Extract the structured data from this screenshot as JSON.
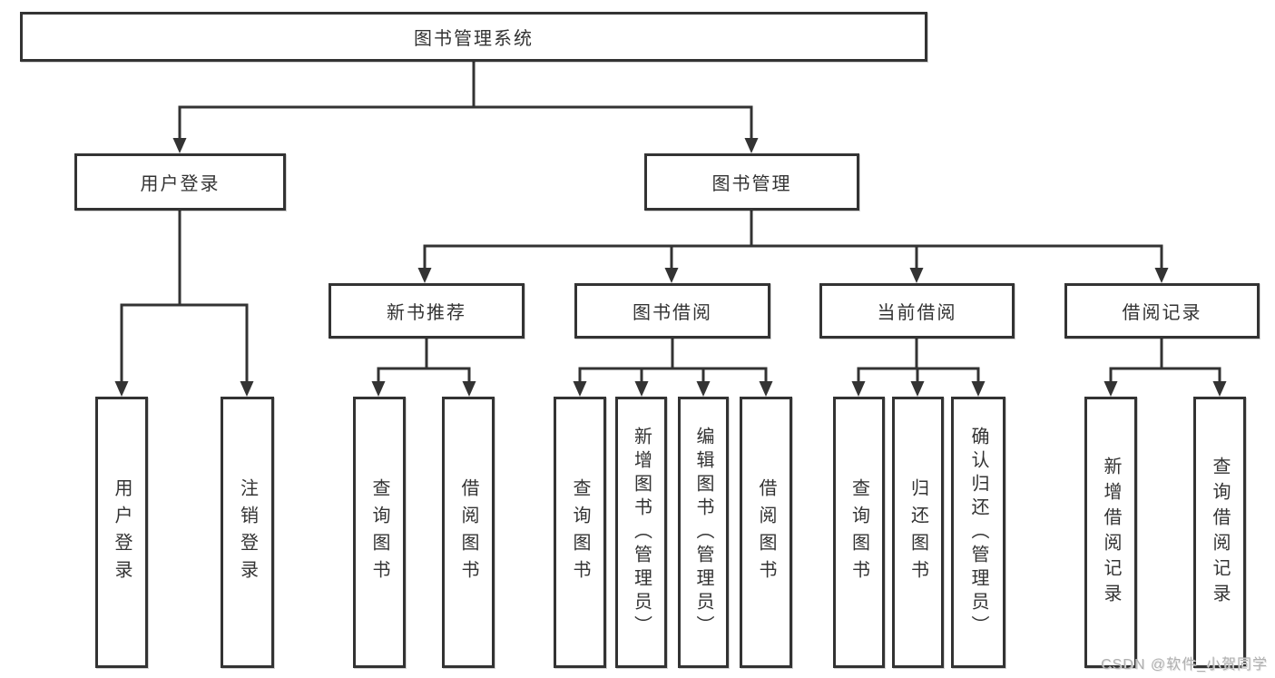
{
  "tree": {
    "label": "图书管理系统",
    "children": [
      {
        "label": "用户登录",
        "children": [
          {
            "label": "用户登录"
          },
          {
            "label": "注销登录"
          }
        ]
      },
      {
        "label": "图书管理",
        "children": [
          {
            "label": "新书推荐",
            "children": [
              {
                "label": "查询图书"
              },
              {
                "label": "借阅图书"
              }
            ]
          },
          {
            "label": "图书借阅",
            "children": [
              {
                "label": "查询图书"
              },
              {
                "label": "新增图书（管理员）"
              },
              {
                "label": "编辑图书（管理员）"
              },
              {
                "label": "借阅图书"
              }
            ]
          },
          {
            "label": "当前借阅",
            "children": [
              {
                "label": "查询图书"
              },
              {
                "label": "归还图书"
              },
              {
                "label": "确认归还（管理员）"
              }
            ]
          },
          {
            "label": "借阅记录",
            "children": [
              {
                "label": "新增借阅记录"
              },
              {
                "label": "查询借阅记录"
              }
            ]
          }
        ]
      }
    ]
  },
  "watermark": {
    "text": "CSDN @软件_小贺同学"
  },
  "colors": {
    "line": "#333333",
    "box_border": "#333333",
    "box_background": "#ffffff",
    "text": "#333333",
    "watermark": "#b0b0b0"
  }
}
